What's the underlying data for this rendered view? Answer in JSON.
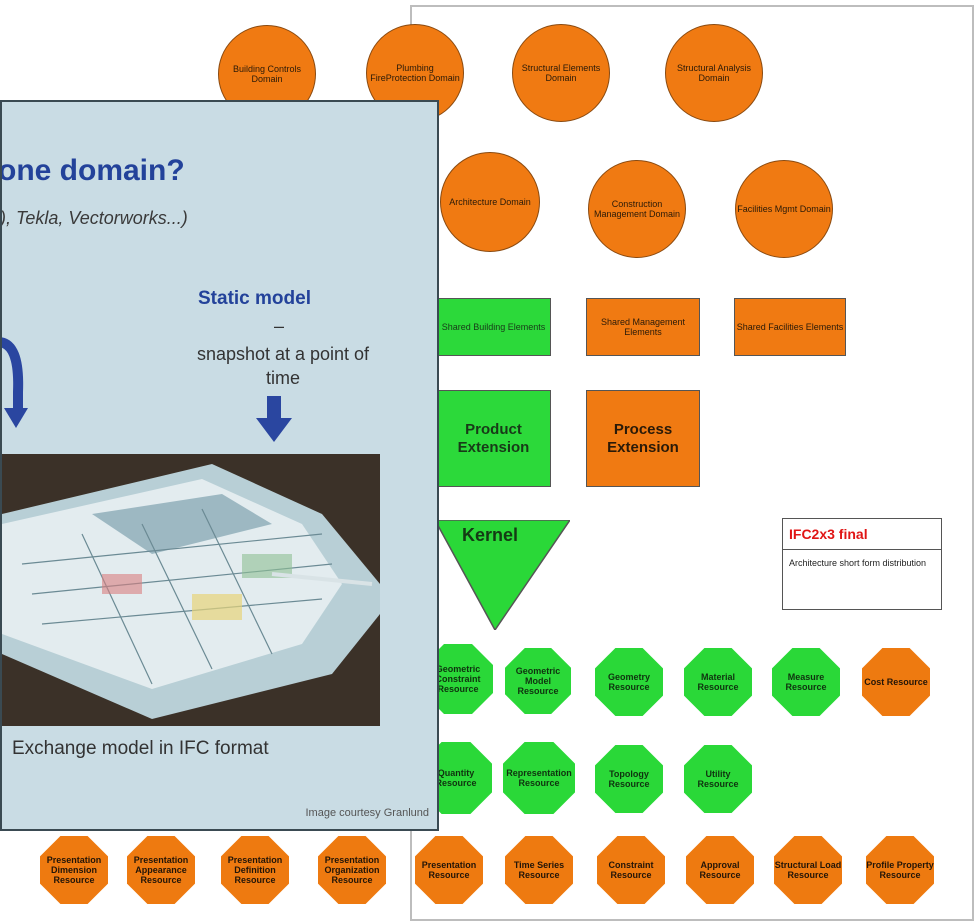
{
  "top_domains": [
    {
      "label": "Building Controls Domain"
    },
    {
      "label": "Plumbing FireProtection Domain"
    },
    {
      "label": "Structural Elements Domain"
    },
    {
      "label": "Structural Analysis Domain"
    }
  ],
  "mid_domains": [
    {
      "label": "Architecture Domain"
    },
    {
      "label": "Construction Management Domain"
    },
    {
      "label": "Facilities Mgmt Domain"
    }
  ],
  "shared_elements": [
    {
      "label": "Shared Building Elements"
    },
    {
      "label": "Shared Management Elements"
    },
    {
      "label": "Shared Facilities Elements"
    }
  ],
  "extensions": [
    {
      "label": "Product Extension"
    },
    {
      "label": "Process Extension"
    }
  ],
  "kernel": {
    "label": "Kernel"
  },
  "legend": {
    "title": "IFC2x3 final",
    "subtitle": "Architecture short form distribution"
  },
  "resources_row1": [
    {
      "label": "Geometric Constraint Resource"
    },
    {
      "label": "Geometric Model Resource"
    },
    {
      "label": "Geometry Resource"
    },
    {
      "label": "Material Resource"
    },
    {
      "label": "Measure Resource"
    },
    {
      "label": "Cost Resource"
    }
  ],
  "resources_row2": [
    {
      "label": "Quantity Resource"
    },
    {
      "label": "Representation Resource"
    },
    {
      "label": "Topology Resource"
    },
    {
      "label": "Utility Resource"
    }
  ],
  "resources_row3": [
    {
      "label": "Presentation Dimension Resource"
    },
    {
      "label": "Presentation Appearance Resource"
    },
    {
      "label": "Presentation Definition Resource"
    },
    {
      "label": "Presentation Organization Resource"
    },
    {
      "label": "Presentation Resource"
    },
    {
      "label": "Time Series Resource"
    },
    {
      "label": "Constraint Resource"
    },
    {
      "label": "Approval Resource"
    },
    {
      "label": "Structural Load Resource"
    },
    {
      "label": "Profile Property Resource"
    }
  ],
  "slide": {
    "title": "one domain?",
    "subtitle": "), Tekla, Vectorworks...)",
    "static_title": "Static model",
    "static_dash": "–",
    "static_text": "snapshot at a point of time",
    "caption": "Exchange model in IFC format",
    "courtesy": "Image courtesy Granlund"
  }
}
